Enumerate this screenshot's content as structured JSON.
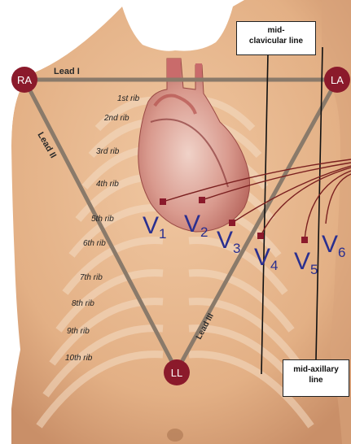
{
  "electrodes": {
    "limb": [
      {
        "id": "ra",
        "label": "RA"
      },
      {
        "id": "la",
        "label": "LA"
      },
      {
        "id": "ll",
        "label": "LL"
      }
    ],
    "chest": [
      {
        "letter": "V",
        "sub": "1"
      },
      {
        "letter": "V",
        "sub": "2"
      },
      {
        "letter": "V",
        "sub": "3"
      },
      {
        "letter": "V",
        "sub": "4"
      },
      {
        "letter": "V",
        "sub": "5"
      },
      {
        "letter": "V",
        "sub": "6"
      }
    ]
  },
  "leads": {
    "lead1": "Lead I",
    "lead2": "Lead  II",
    "lead3": "Lead III"
  },
  "ribs": [
    "1st rib",
    "2nd rib",
    "3rd rib",
    "4th rib",
    "5th rib",
    "6th rib",
    "7th rib",
    "8th rib",
    "9th rib",
    "10th rib"
  ],
  "callouts": {
    "mid_clavicular": [
      "mid-",
      "clavicular line"
    ],
    "mid_axillary": [
      "mid-axillary",
      "line"
    ]
  },
  "colors": {
    "skin": "#e7b88f",
    "skin_shadow": "#c98f68",
    "lead_line": "#8a7a6a",
    "electrode": "#8b1a2b",
    "chest_label": "#2a2f8f",
    "wire": "#7a1f1f",
    "heart": "#d98c84"
  }
}
